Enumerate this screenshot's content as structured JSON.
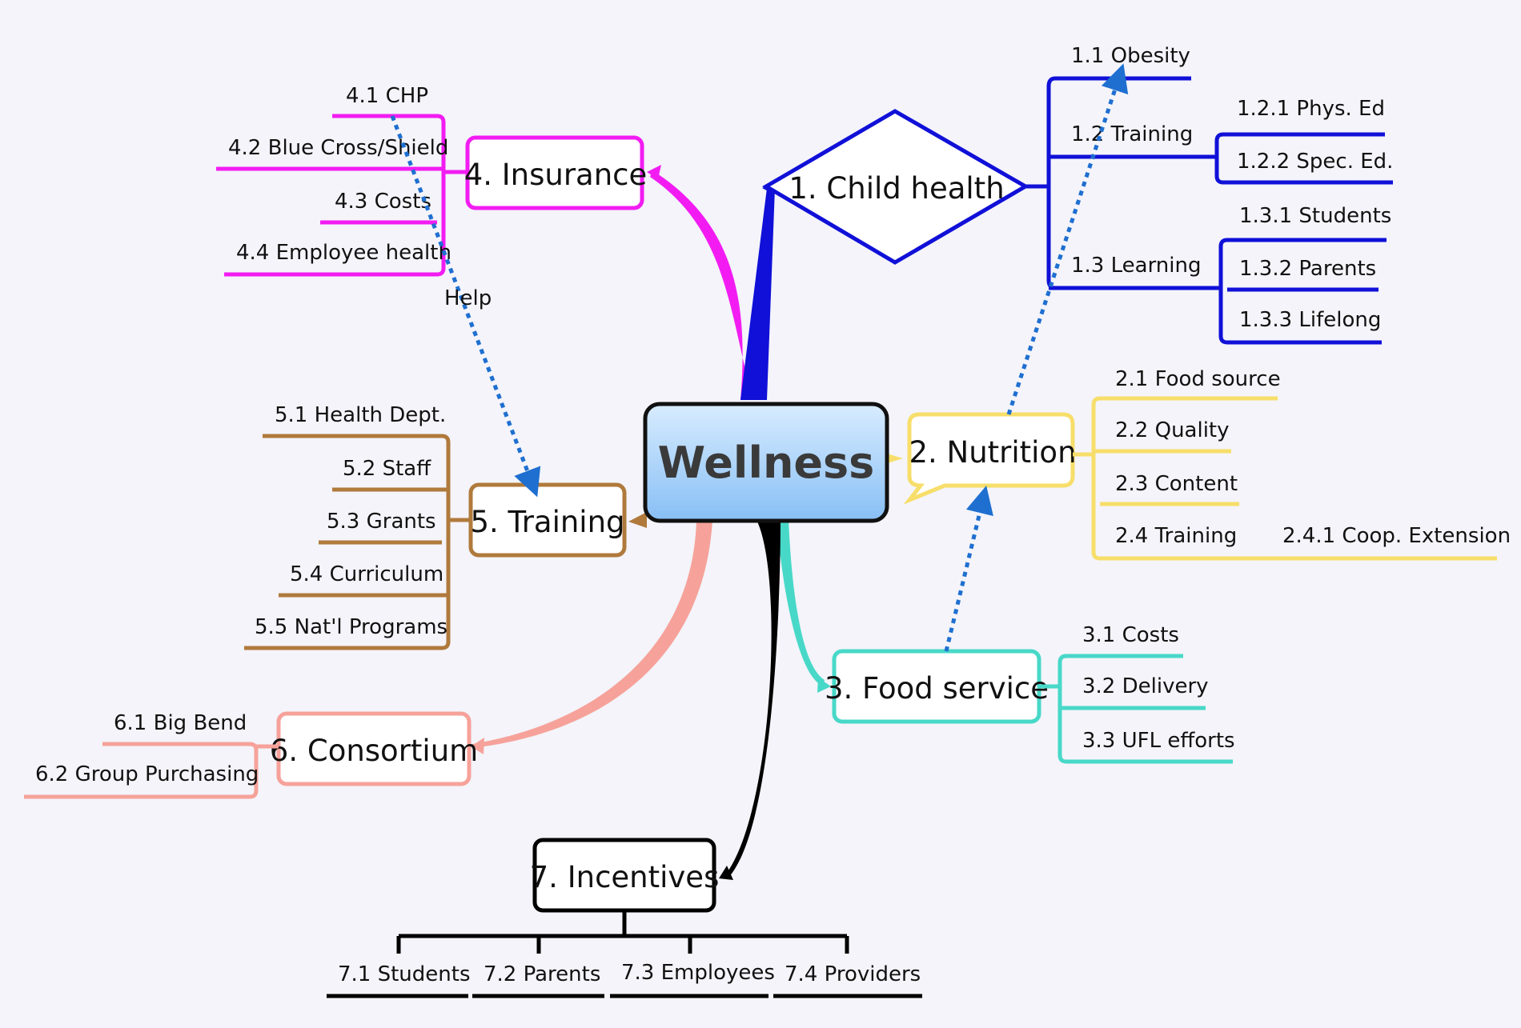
{
  "central": "Wellness",
  "branches": {
    "child_health": {
      "label": "1.  Child health",
      "items": {
        "obesity": "1.1  Obesity",
        "training": "1.2  Training",
        "phys_ed": "1.2.1  Phys. Ed",
        "spec_ed": "1.2.2  Spec. Ed.",
        "learning": "1.3  Learning",
        "students": "1.3.1  Students",
        "parents": "1.3.2  Parents",
        "lifelong": "1.3.3  Lifelong"
      }
    },
    "nutrition": {
      "label": "2.  Nutrition",
      "items": {
        "food_source": "2.1  Food source",
        "quality": "2.2  Quality",
        "content": "2.3  Content",
        "training": "2.4  Training",
        "coop_extension": "2.4.1  Coop. Extension"
      }
    },
    "food_service": {
      "label": "3.  Food service",
      "items": {
        "costs": "3.1  Costs",
        "delivery": "3.2  Delivery",
        "ufl_efforts": "3.3  UFL efforts"
      }
    },
    "insurance": {
      "label": "4.  Insurance",
      "items": {
        "chp": "4.1  CHP",
        "blue_cross": "4.2  Blue Cross/Shield",
        "costs": "4.3  Costs",
        "employee_health": "4.4  Employee health"
      }
    },
    "training": {
      "label": "5.  Training",
      "items": {
        "health_dept": "5.1  Health Dept.",
        "staff": "5.2  Staff",
        "grants": "5.3  Grants",
        "curriculum": "5.4  Curriculum",
        "natl_programs": "5.5  Nat'l Programs"
      }
    },
    "consortium": {
      "label": "6.  Consortium",
      "items": {
        "big_bend": "6.1  Big Bend",
        "group_purchasing": "6.2  Group Purchasing"
      }
    },
    "incentives": {
      "label": "7.  Incentives",
      "items": {
        "students": "7.1  Students",
        "parents": "7.2  Parents",
        "employees": "7.3  Employees",
        "providers": "7.4  Providers"
      }
    }
  },
  "relations": {
    "help": "Help"
  },
  "colors": {
    "child_health": "#1010d8",
    "nutrition": "#f7de6a",
    "food_service": "#48d8c8",
    "insurance": "#f21cf2",
    "training": "#b07a3c",
    "consortium": "#f6a29a",
    "incentives": "#000000",
    "relation": "#1e6fd0",
    "central_fill_top": "#d8ecff",
    "central_fill_bottom": "#88bff5"
  }
}
